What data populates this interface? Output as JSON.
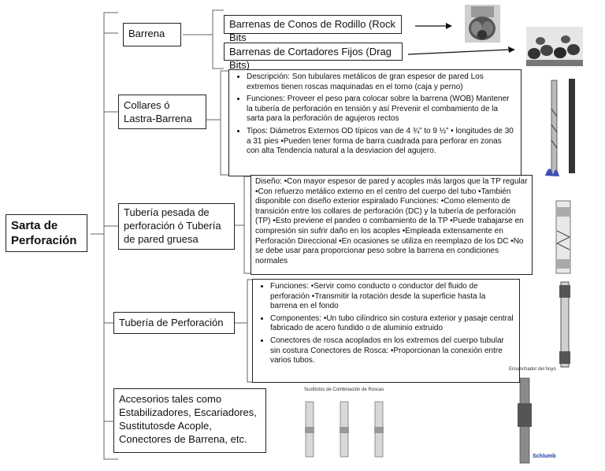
{
  "root": "Sarta de Perforación",
  "branches": {
    "barrena": {
      "label": "Barrena",
      "sub1": "Barrenas de Conos de Rodillo (Rock Bits",
      "sub2": "Barrenas de Cortadores Fijos (Drag Bits)"
    },
    "collares": {
      "label": "Collares ó Lastra-Barrena",
      "bullets": [
        "Descripción: Son tubulares metálicos de gran espesor de pared Los extremos tienen roscas maquinadas en el torno (caja y perno)",
        "Funciones: Proveer el peso para colocar sobre la barrena (WOB) Mantener la tubería de perforación en tensión y así Prevenir el combamiento de la sarta para la perforación de agujeros rectos",
        "Tipos: Diámetros Externos OD típicos van de 4 ¾” to 9 ½” • longitudes de 30 a 31 pies •Pueden tener forma de barra cuadrada para perforar en zonas con alta Tendencia natural a la desviacion del agujero."
      ]
    },
    "tp_pesada": {
      "label": "Tubería pesada de perforación ó Tubería de pared gruesa",
      "text": "Diseño: •Con mayor espesor de pared y acoples más largos que la TP regular •Con refuerzo metálico externo en el centro del cuerpo del tubo •También disponible con diseño exterior espiralado Funciones: •Como elemento de transición entre los collares de perforación (DC) y la tubería de perforación (TP) •Esto previene el pandeo o combamiento de la TP •Puede trabajarse en compresión sin sufrir daño en los acoples •Empleada extensamente en Perforación Direccional •En ocasiones se utiliza en reemplazo de los DC •No se debe usar para proporcionar peso sobre la barrena en condiciones normales"
    },
    "tp": {
      "label": "Tubería de Perforación",
      "bullets": [
        "Funciones: •Servir como conducto o conductor del fluido de perforación •Transmitir la rotación desde la superficie hasta la barrena en el fondo",
        "Componentes: •Un tubo cilíndrico sin costura exterior y pasaje central fabricado de acero fundido o de aluminio extruido",
        "Conectores de rosca acoplados en los extremos del cuerpo tubular sin costura Conectores de Rosca: •Proporcionan la conexión entre varios tubos."
      ]
    },
    "accesorios": {
      "label": "Accesorios tales como Estabilizadores, Escariadores, Sustitutosde Acople, Conectores de Barrena, etc."
    }
  },
  "image_captions": {
    "sustitutos": "Sustitutos de Combinación de Roscas",
    "ensanchador": "Ensanchador del hoyo",
    "logo": "Schlumb"
  }
}
